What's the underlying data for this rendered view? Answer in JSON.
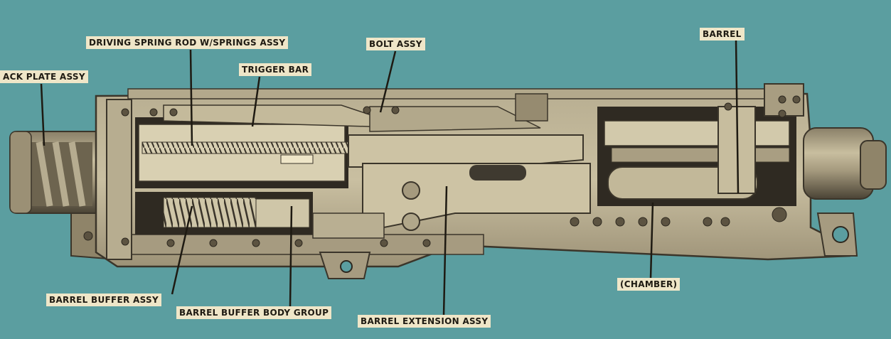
{
  "labels": {
    "driving_spring": "DRIVING SPRING ROD W/SPRINGS ASSY",
    "back_plate": "ACK PLATE ASSY",
    "trigger_bar": "TRIGGER BAR",
    "bolt": "BOLT ASSY",
    "barrel": "BARREL",
    "barrel_buffer": "BARREL BUFFER ASSY",
    "barrel_buffer_body": "BARREL BUFFER BODY GROUP",
    "barrel_extension": "BARREL EXTENSION ASSY",
    "chamber": "(CHAMBER)"
  },
  "colors": {
    "background": "#5b9ea0",
    "metal_light": "#c9bfa1",
    "metal_mid": "#a99e82",
    "metal_dark": "#3f3a30",
    "label_bg": "#efe6c8"
  }
}
